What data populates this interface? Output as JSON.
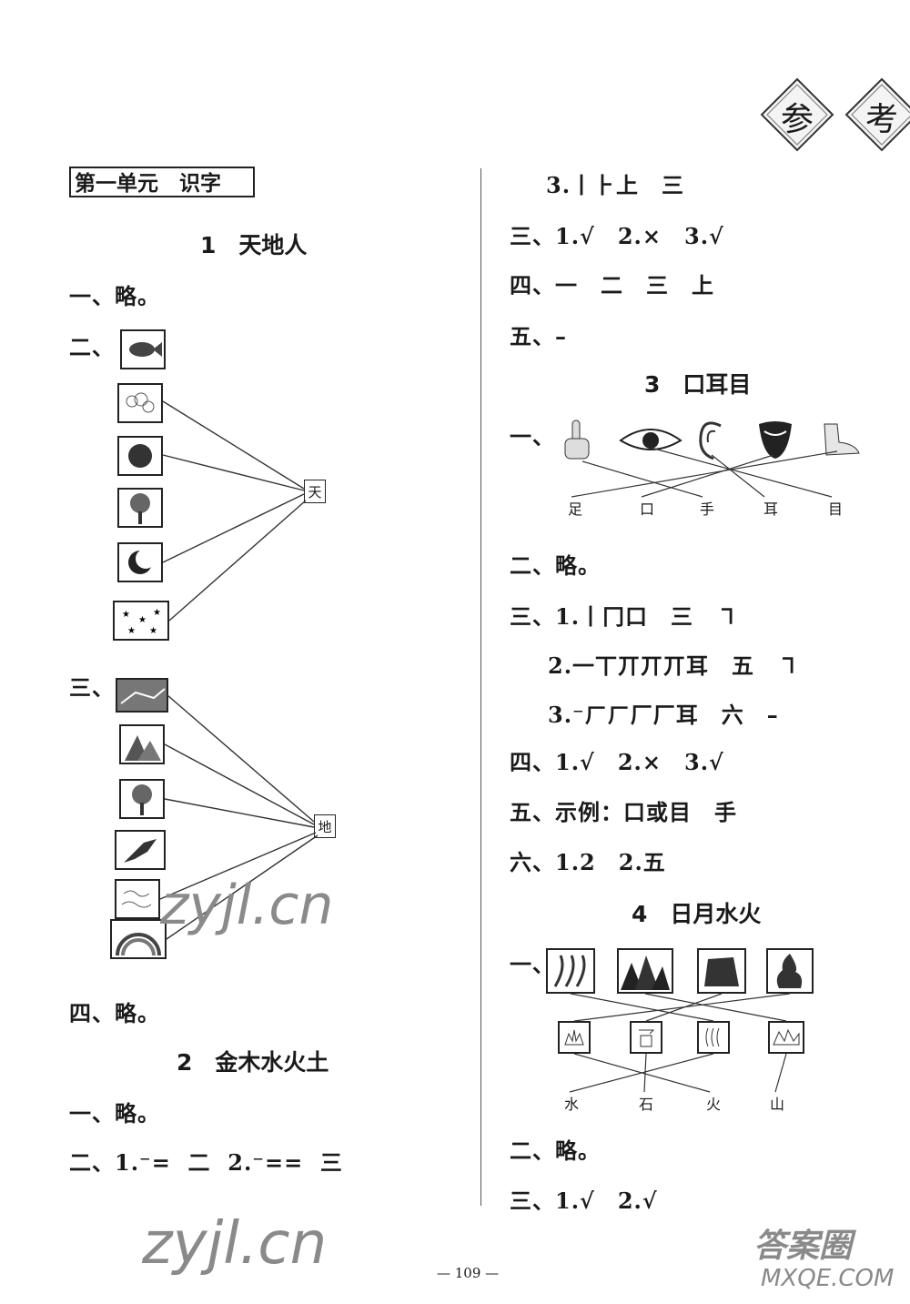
{
  "header": {
    "badge1": "参",
    "badge2": "考"
  },
  "unit_title": "第一单元　识字",
  "left": {
    "lesson1_title": "1　天地人",
    "l1_q1": "一、略。",
    "l1_q2_label": "二、",
    "l1_q2_target": "天",
    "l1_q3_label": "三、",
    "l1_q3_target": "地",
    "l1_q4": "四、略。",
    "lesson2_title": "2　金木水火土",
    "l2_q1": "一、略。",
    "l2_q2": "二、1.⁻=  二  2.⁻==  三"
  },
  "right": {
    "r_a3": "3.丨⺊上　三",
    "r_san": "三、1.√　2.×　3.√",
    "r_si": "四、一　二　三　上",
    "r_wu": "五、–",
    "lesson3_title": "3　口耳目",
    "l3_q1_label": "一、",
    "l3_words": [
      "足",
      "口",
      "手",
      "耳",
      "目"
    ],
    "l3_q2": "二、略。",
    "l3_q3_1": "三、1.丨冂口　三　㇕",
    "l3_q3_2": "2.一丅丌丌丌耳　五　㇕",
    "l3_q3_3": "3.⁻ㄏㄏ厂厂耳　六　–",
    "l3_q4": "四、1.√　2.×　3.√",
    "l3_q5": "五、示例：口或目　手",
    "l3_q6": "六、1.2　2.五",
    "lesson4_title": "4　日月水火",
    "l4_q1_label": "一、",
    "l4_pictos": [
      "火",
      "石",
      "水",
      "山"
    ],
    "l4_words": [
      "水",
      "石",
      "火",
      "山"
    ],
    "l4_q2": "二、略。",
    "l4_q3": "三、1.√　2.√"
  },
  "page_number": "— 109 —",
  "watermarks": {
    "wm1": "zyjl.cn",
    "wm2": "zyjl.cn",
    "wm3": "答案圈",
    "wm4": "MXQE.COM"
  }
}
